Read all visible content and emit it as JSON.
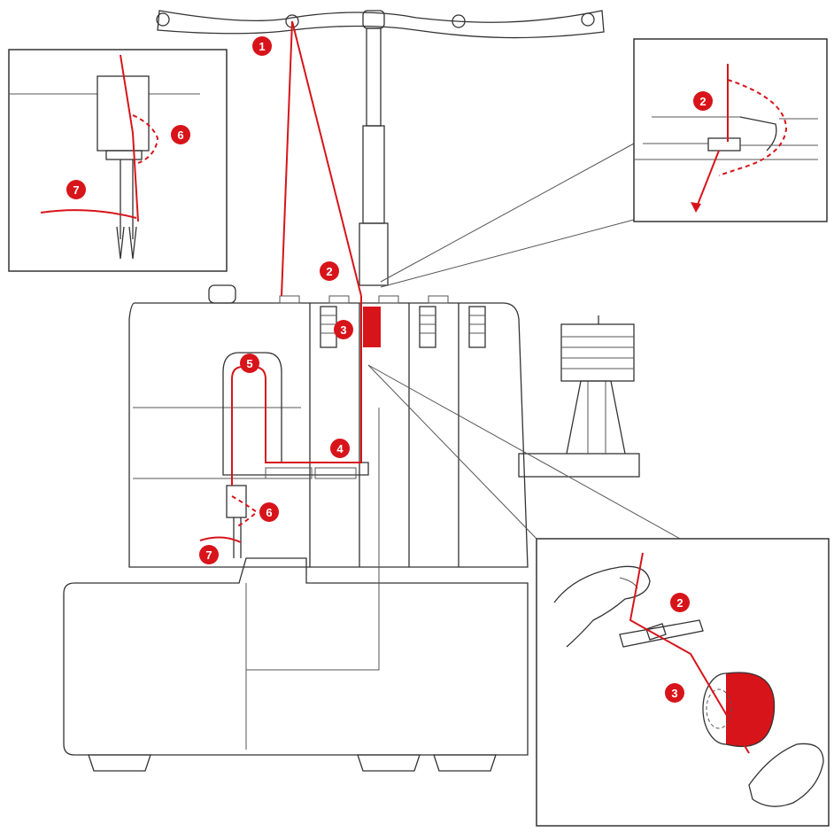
{
  "steps": {
    "main": [
      {
        "id": "step-1",
        "label": "1"
      },
      {
        "id": "step-2",
        "label": "2"
      },
      {
        "id": "step-3",
        "label": "3"
      },
      {
        "id": "step-4",
        "label": "4"
      },
      {
        "id": "step-5",
        "label": "5"
      },
      {
        "id": "step-6",
        "label": "6"
      },
      {
        "id": "step-7",
        "label": "7"
      }
    ],
    "inset_needle": [
      {
        "id": "inset-needle-step-6",
        "label": "6"
      },
      {
        "id": "inset-needle-step-7",
        "label": "7"
      }
    ],
    "inset_guide": [
      {
        "id": "inset-guide-step-2",
        "label": "2"
      }
    ],
    "inset_hand": [
      {
        "id": "inset-hand-step-2",
        "label": "2"
      },
      {
        "id": "inset-hand-step-3",
        "label": "3"
      }
    ]
  },
  "colors": {
    "thread": "#d7141a",
    "outline": "#333333",
    "badge_text": "#ffffff"
  }
}
